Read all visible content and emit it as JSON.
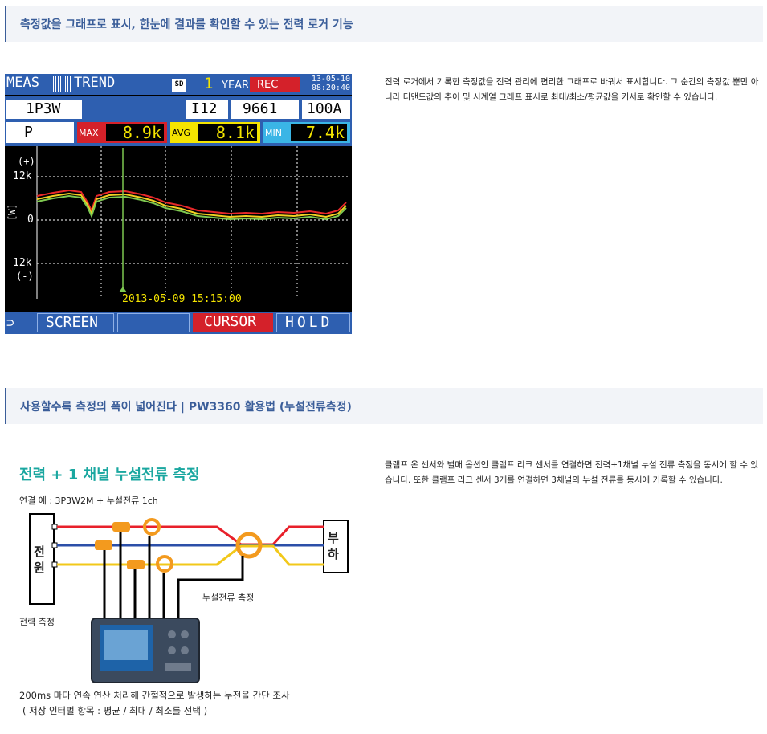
{
  "section1": {
    "heading": "측정값을 그래프로 표시, 한눈에 결과를 확인할 수 있는 전력 로거 기능",
    "description": "전력 로거에서 기록한 측정값을 전력 관리에 편리한 그래프로 바꿔서 표시합니다. 그 순간의 측정값 뿐만 아니라 디맨드값의 추이 및 시계열 그래프 표시로 최대/최소/평균값을 커서로 확인할 수 있습니다."
  },
  "screen": {
    "tab_meas": "MEAS",
    "tab_trend": "TREND",
    "sd_icon_label": "SD",
    "interval_value": "1",
    "interval_unit": "YEAR",
    "rec_label": "REC",
    "date": "13-05-10",
    "time": "08:20:40",
    "wiring": "1P3W",
    "channel": "I12",
    "value": "9661",
    "range": "100A",
    "param": "P",
    "max_label": "MAX",
    "max_value": "8.9k",
    "avg_label": "AVG",
    "avg_value": "8.1k",
    "min_label": "MIN",
    "min_value": "7.4k",
    "y_plus": "(+)",
    "y_top": "12k",
    "y_zero": "0",
    "y_bottom": "12k",
    "y_minus": "(-)",
    "y_unit": "[W]",
    "cursor_time": "2013-05-09 15:15:00",
    "btn_screen": "SCREEN",
    "btn_cursor": "CURSOR",
    "btn_hold": "HOLD",
    "colors": {
      "header_blue": "#2e5fb0",
      "rec_red": "#d4212a",
      "max_red": "#d4212a",
      "avg_yellow": "#f4e400",
      "min_cyan": "#3ab5e6",
      "trace_red": "#e8282a",
      "trace_yellow": "#f0d020",
      "trace_green": "#7ec850"
    }
  },
  "section2": {
    "heading": "사용할수록 측정의 폭이 넓어진다 | PW3360 활용법 (누설전류측정)",
    "description": "클램프 온 센서와 별매 옵션인 클램프 리크 센서를 연결하면 전력+1채널 누설 전류 측정을 동시에 할 수 있습니다. 또한 클램프 리크 센서 3개를 연결하면 3채널의 누설 전류를 동시에 기록할 수 있습니다."
  },
  "diagram": {
    "title": "전력 + 1 채널 누설전류 측정",
    "example": "연결 예 : 3P3W2M + 누설전류 1ch",
    "source_label": "전원",
    "load_label": "부하",
    "leak_label": "누설전류 측정",
    "power_label": "전력 측정",
    "caption1": "200ms 마다 연속 연산 처리해 간헐적으로 발생하는 누전을 간단 조사",
    "caption2": "( 저장 인터벌 항목 : 평균 / 최대 / 최소를 선택 )",
    "colors": {
      "title_teal": "#1aa7a0",
      "line_red": "#e8202a",
      "line_blue": "#2c4fa8",
      "line_yellow": "#f2c81a",
      "clamp_orange": "#f39a1e"
    }
  }
}
